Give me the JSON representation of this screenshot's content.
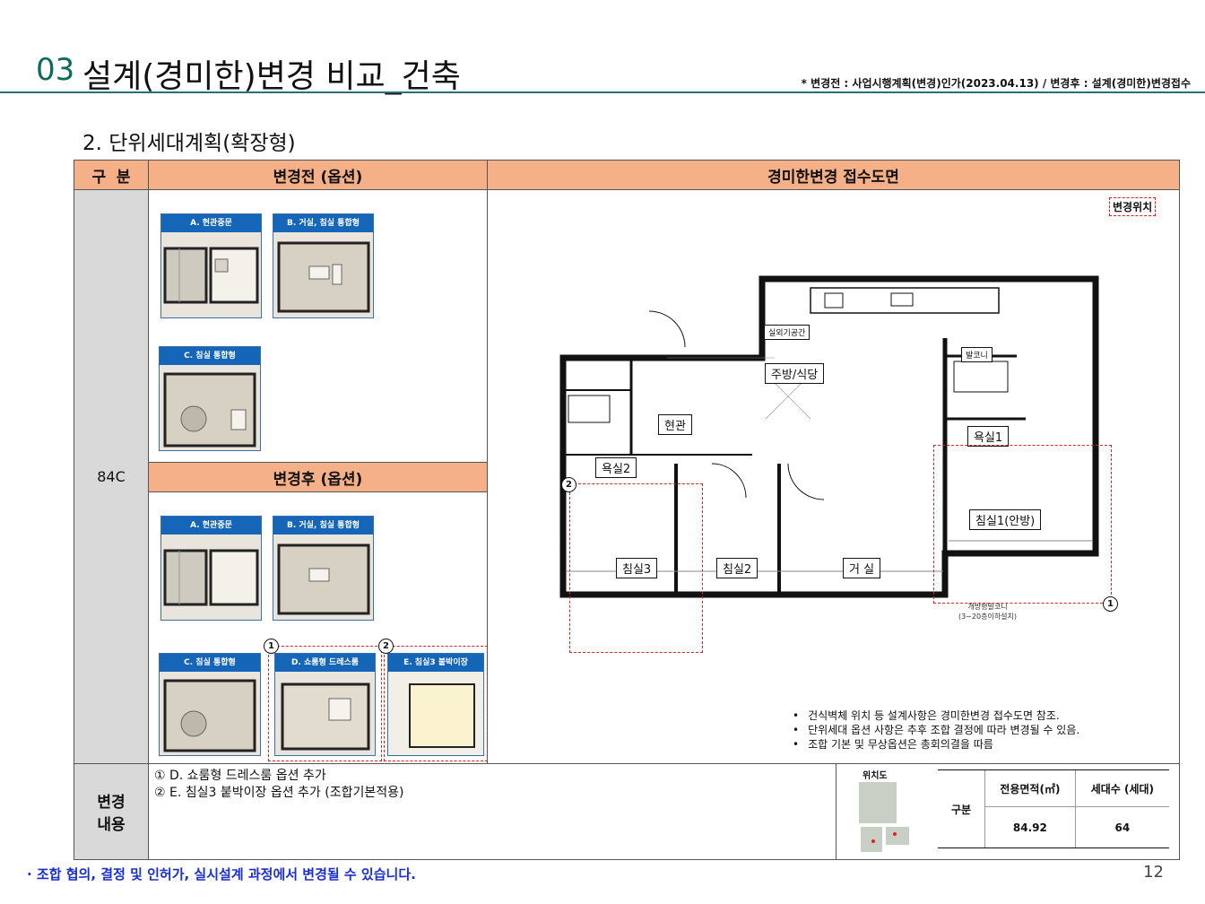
{
  "header": {
    "title_number": "03",
    "title_text": "설계(경미한)변경 비교_건축",
    "note": "* 변경전 : 사업시행계획(변경)인가(2023.04.13) / 변경후 : 설계(경미한)변경접수"
  },
  "section_title": "2. 단위세대계획(확장형)",
  "table": {
    "col_category": "구  분",
    "col_before": "변경전 (옵션)",
    "col_after_plan": "경미한변경 접수도면",
    "unit_type": "84C",
    "after_header": "변경후 (옵션)",
    "change_label": "변경\n내용",
    "change_items": [
      "① D. 쇼룸형 드레스룸 옵션 추가",
      "② E. 침실3 붙박이장 옵션 추가 (조합기본적용)"
    ]
  },
  "before_options": [
    {
      "caption": "A. 현관중문"
    },
    {
      "caption": "B. 거실, 침실 통합형"
    },
    {
      "caption": "C. 침실 통합형"
    }
  ],
  "after_options": [
    {
      "caption": "A. 현관중문"
    },
    {
      "caption": "B. 거실, 침실 통합형"
    },
    {
      "caption": "C. 침실 통합형"
    },
    {
      "caption": "D. 쇼룸형 드레스룸",
      "marker": "1"
    },
    {
      "caption": "E. 침실3 붙박이장",
      "marker": "2"
    }
  ],
  "floor_plan": {
    "legend": "변경위치",
    "rooms": {
      "kitchen": "주방/식당",
      "utility": "실외기공간",
      "balcony": "발코니",
      "entrance": "현관",
      "bath2": "욕실2",
      "bath1": "욕실1",
      "master": "침실1(안방)",
      "bed3": "침실3",
      "bed2": "침실2",
      "living": "거  실",
      "ext_balcony": "개방형발코니\n(3~20층이하설치)"
    },
    "markers": [
      "1",
      "2"
    ]
  },
  "notes": [
    "건식벽체 위치 등 설계사항은 경미한변경 접수도면 참조.",
    "단위세대 옵션 사항은 추후 조합 결정에 따라 변경될 수 있음.",
    "조합 기본 및 무상옵션은 총회의결을 따름"
  ],
  "summary": {
    "location_label": "위치도",
    "row_label": "구분",
    "col1_header": "전용면적(㎡)",
    "col2_header": "세대수 (세대)",
    "col1_value": "84.92",
    "col2_value": "64"
  },
  "footer": {
    "disclaimer": "· 조합 협의, 결정 및 인허가, 실시설계 과정에서 변경될 수 있습니다.",
    "page": "12"
  },
  "colors": {
    "header_fill": "#f5b088",
    "title_green": "#0e6b5a",
    "caption_blue": "#1565b8",
    "change_red": "#e02020",
    "footer_blue": "#1a2fd0"
  }
}
